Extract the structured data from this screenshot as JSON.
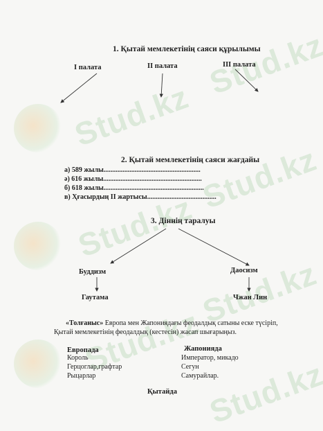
{
  "watermark": "Stud.kz",
  "section1": {
    "title": "1.  Қытай  мемлекетінің саяси  құрылымы",
    "branches": [
      "І палата",
      "ІІ палата",
      "ІІІ палата"
    ]
  },
  "section2": {
    "title": "2.  Қытай мемлекетінің саяси жағдайы",
    "items": [
      "а) 589 жылы........................................................",
      "ә) 616 жылы.........................................................",
      "б) 618 жылы..........................................................",
      "в) Ҳғасырдың ІІ жартысы........................................"
    ]
  },
  "section3": {
    "title": "3.  Діннің  таралуы",
    "left": {
      "name": "Буддизм",
      "founder": "Гаутама"
    },
    "right": {
      "name": "Даосизм",
      "founder": "Чжан Лин"
    }
  },
  "task": {
    "keyword": "«Толғаныс»",
    "line1": " Европа мен Жапониядағы феодалдық сатыны еске түсіріп,",
    "line2": "Қытай  мемлекетінің  феодалдық (кестесін) жасап шығарыңыз."
  },
  "table": {
    "europe_header": "Европада",
    "japan_header": "Жапонияда",
    "europe": [
      "Король",
      "Герцоглар,графтар",
      "Рыцарлар"
    ],
    "japan": [
      "Император, микадо",
      "Сегун",
      "Самурайлар."
    ],
    "china_header": "Қытайда"
  }
}
